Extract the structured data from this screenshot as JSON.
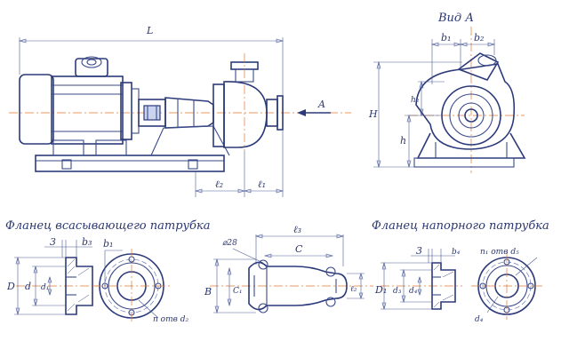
{
  "titles": {
    "view_a": "Вид А",
    "suction_flange": "Фланец всасывающего патрубка",
    "discharge_flange": "Фланец напорного патрубка"
  },
  "dims": {
    "L": "L",
    "A_arrow": "A",
    "l1": "ℓ₁",
    "l2": "ℓ₂",
    "b1": "b₁",
    "b2": "b₂",
    "H": "H",
    "h": "h",
    "h2": "h₂",
    "D": "D",
    "d": "d",
    "d1": "d₁",
    "three_s": "3",
    "b3": "b₃",
    "b1_s": "b₁",
    "n_d2": "n отв d₂",
    "l3": "ℓ₃",
    "C": "C",
    "phi28": "⌀28",
    "B": "B",
    "C1": "C₁",
    "l2_body": "ℓ₂",
    "D1": "D₁",
    "d3": "d₃",
    "d4_left": "d₄",
    "three_d": "3",
    "b4": "b₄",
    "n_d5": "n₁ отв d₅",
    "d4": "d₄"
  }
}
